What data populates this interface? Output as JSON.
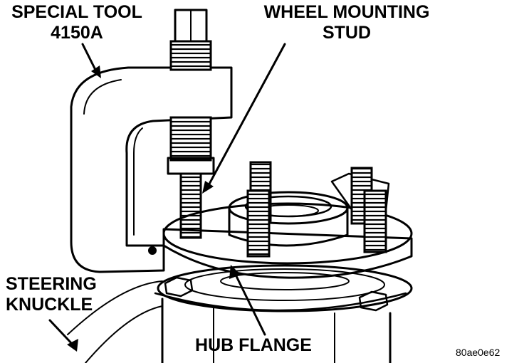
{
  "callouts": {
    "special_tool_line1": "SPECIAL TOOL",
    "special_tool_line2": "4150A",
    "wheel_stud_line1": "WHEEL MOUNTING",
    "wheel_stud_line2": "STUD",
    "steering_knuckle_line1": "STEERING",
    "steering_knuckle_line2": "KNUCKLE",
    "hub_flange": "HUB FLANGE"
  },
  "figure_code": "80ae0e62"
}
